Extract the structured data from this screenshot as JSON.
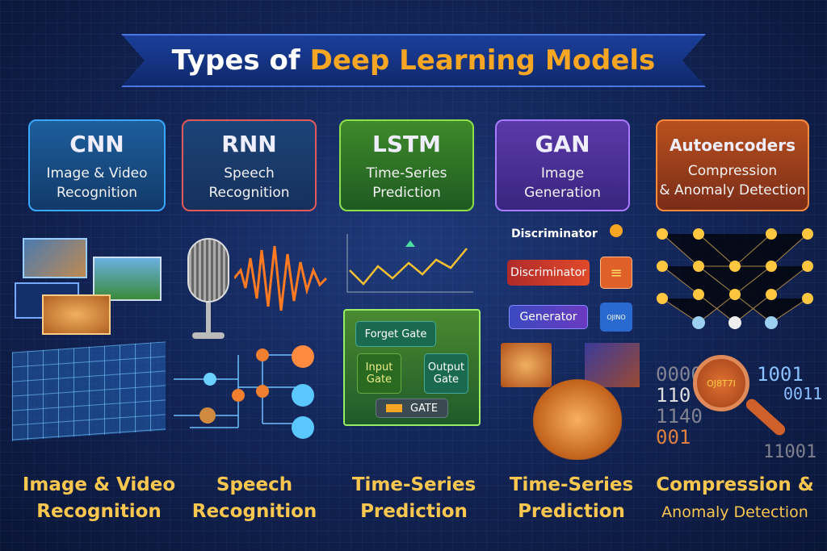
{
  "title": {
    "part1": "Types of",
    "part2": "Deep Learning Models"
  },
  "cards": [
    {
      "name": "CNN",
      "desc1": "Image & Video",
      "desc2": "Recognition"
    },
    {
      "name": "RNN",
      "desc1": "Speech",
      "desc2": "Recognition"
    },
    {
      "name": "LSTM",
      "desc1": "Time-Series",
      "desc2": "Prediction"
    },
    {
      "name": "GAN",
      "desc1": "Image",
      "desc2": "Generation"
    },
    {
      "name": "Autoencoders",
      "desc1": "Compression",
      "desc2": "& Anomaly Detection"
    }
  ],
  "lstm": {
    "forget": "Forget Gate",
    "input1": "Input",
    "input2": "Gate",
    "output1": "Output",
    "output2": "Gate",
    "gate": "GATE"
  },
  "gan": {
    "top_label": "Discriminator",
    "discriminator": "Discriminator",
    "generator": "Generator",
    "icon_text": "OJINO"
  },
  "autoencoder": {
    "lens_text": "OJ8T7I",
    "binary": [
      "0000",
      "110",
      "1140",
      "001",
      "1001",
      "0011",
      "11001"
    ]
  },
  "bottom_labels": [
    {
      "l1": "Image & Video",
      "l2": "Recognition"
    },
    {
      "l1": "Speech",
      "l2": "Recognition"
    },
    {
      "l1": "Time-Series",
      "l2": "Prediction"
    },
    {
      "l1": "Time-Series",
      "l2": "Prediction"
    },
    {
      "l1": "Compression &",
      "l2": "Anomaly Detection"
    }
  ],
  "colors": {
    "accent": "#f7a623",
    "label": "#f9c74f"
  }
}
